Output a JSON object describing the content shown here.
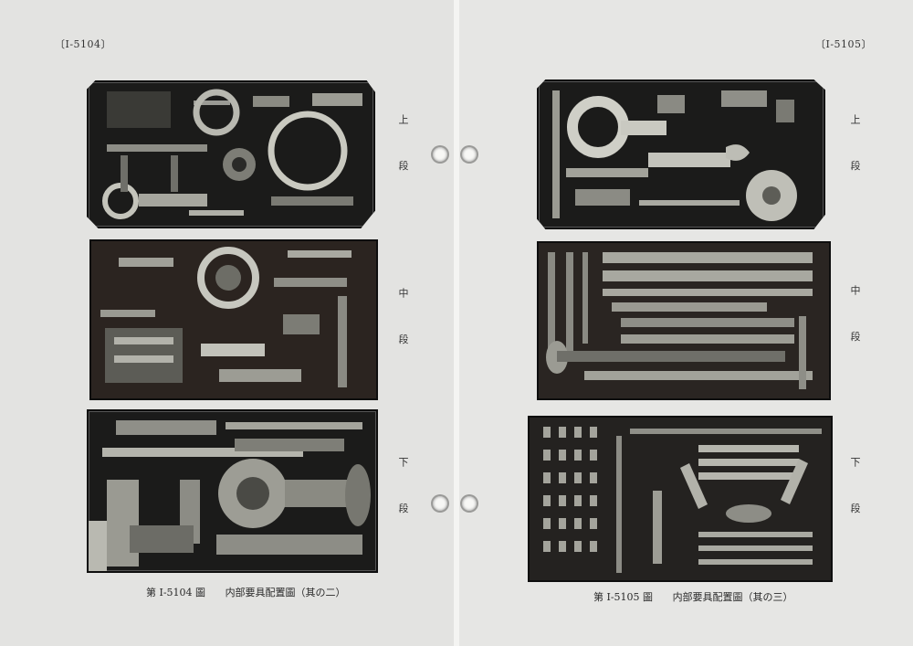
{
  "left_page": {
    "page_number": "〔I-5104〕",
    "tiers": [
      "上 段",
      "中 段",
      "下 段"
    ],
    "caption": {
      "figure": "第 I-5104 圖",
      "title": "内部要具配置圖（其の二）"
    }
  },
  "right_page": {
    "page_number": "〔I-5105〕",
    "tiers": [
      "上 段",
      "中 段",
      "下 段"
    ],
    "caption": {
      "figure": "第 I-5105 圖",
      "title": "内部要具配置圖（其の三）"
    }
  }
}
